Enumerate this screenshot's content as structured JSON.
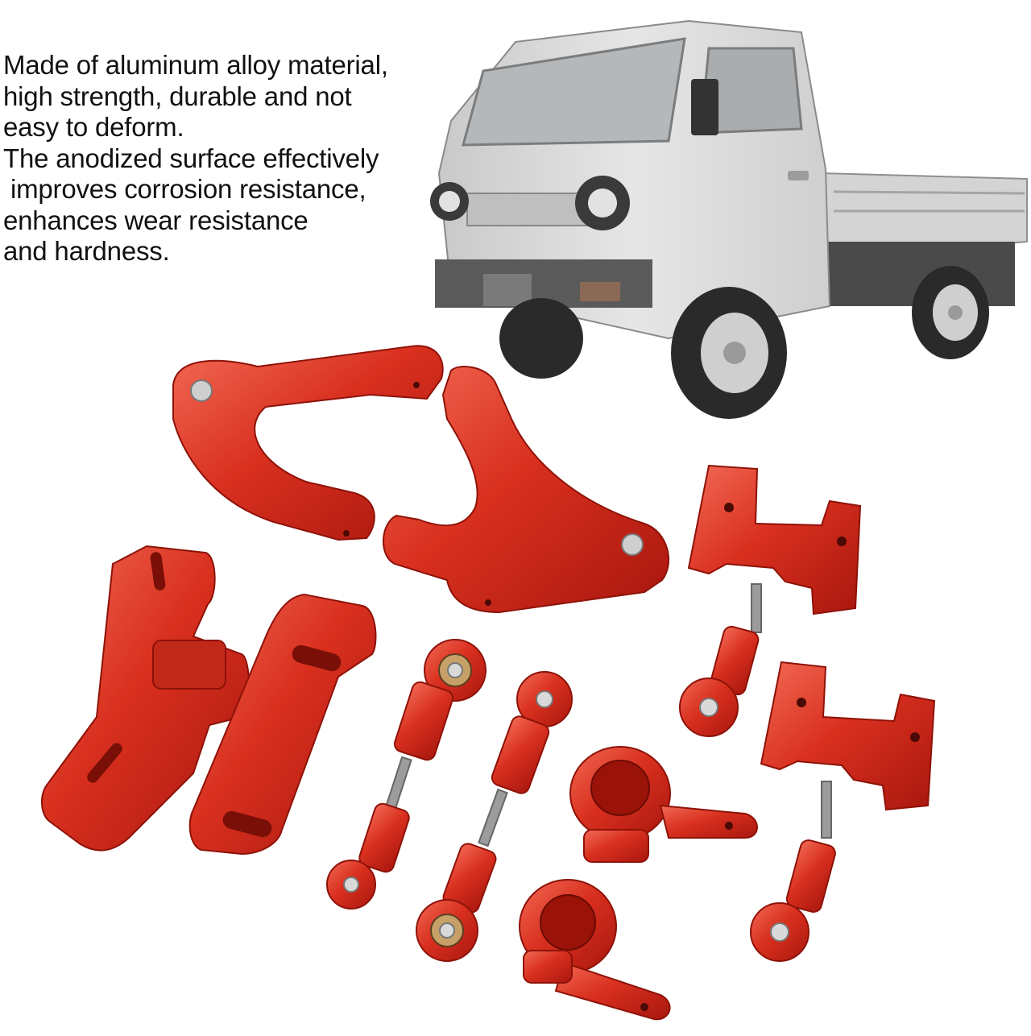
{
  "description": {
    "lines": [
      "Made of aluminum alloy material,",
      "high strength, durable and not",
      "easy to deform.",
      "The anodized surface effectively",
      " improves corrosion resistance,",
      "enhances wear resistance",
      "and hardness."
    ]
  },
  "colors": {
    "part_red": "#d9301f",
    "part_red_dark": "#a8170e",
    "part_red_light": "#f26a55",
    "truck_body": "#d8d8d8",
    "truck_shadow": "#9a9a9a",
    "tire": "#2a2a2a",
    "steel": "#b9b9b9"
  },
  "product_photo": {
    "subject": "rc-truck",
    "parts": [
      "servo-mount-frame-left",
      "servo-mount-frame-right",
      "bracket-plate",
      "servo-plate",
      "steering-link-rod",
      "steering-link-rod",
      "steering-cup",
      "steering-cup",
      "h-bracket-link",
      "h-bracket-link"
    ]
  }
}
